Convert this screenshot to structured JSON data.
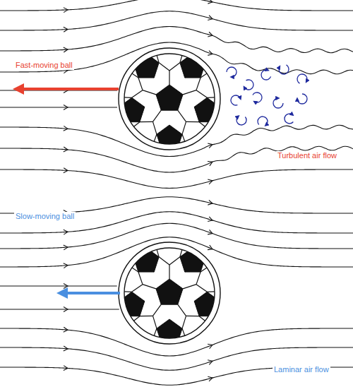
{
  "diagram": {
    "labels": [
      "Fast-moving ball",
      "Turbulent air flow",
      "Slow-moving ball",
      "Laminar air flow"
    ]
  }
}
